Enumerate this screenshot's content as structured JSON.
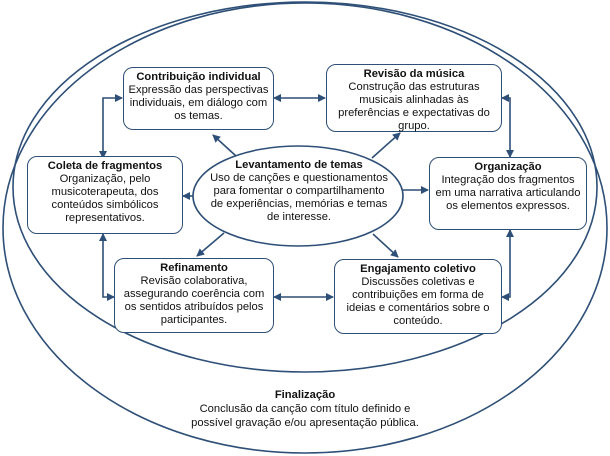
{
  "diagram": {
    "center": {
      "title": "Levantamento de temas",
      "body": "Uso de canções e questionamentos para fomentar o compartilhamento de experiências, memórias e temas de interesse."
    },
    "nodes": [
      {
        "id": "contribuicao",
        "title": "Contribuição individual",
        "body": "Expressão das perspectivas individuais, em diálogo com os temas."
      },
      {
        "id": "revisao",
        "title": "Revisão da música",
        "body": "Construção das estruturas musicais alinhadas às preferências e expectativas do grupo."
      },
      {
        "id": "coleta",
        "title": "Coleta de fragmentos",
        "body": "Organização, pelo musicoterapeuta, dos conteúdos simbólicos representativos."
      },
      {
        "id": "organizacao",
        "title": "Organização",
        "body": "Integração dos fragmentos em uma narrativa articulando os elementos expressos."
      },
      {
        "id": "refinamento",
        "title": "Refinamento",
        "body": "Revisão colaborativa, assegurando coerência com os sentidos atribuídos pelos participantes."
      },
      {
        "id": "engajamento",
        "title": "Engajamento coletivo",
        "body": "Discussões coletivas e contribuições em forma de ideias e comentários sobre o conteúdo."
      }
    ],
    "final": {
      "title": "Finalização",
      "body": "Conclusão da canção com título definido e possível gravação e/ou apresentação pública."
    },
    "colors": {
      "stroke": "#2e4f77",
      "text": "#111111",
      "background": "#ffffff"
    }
  }
}
